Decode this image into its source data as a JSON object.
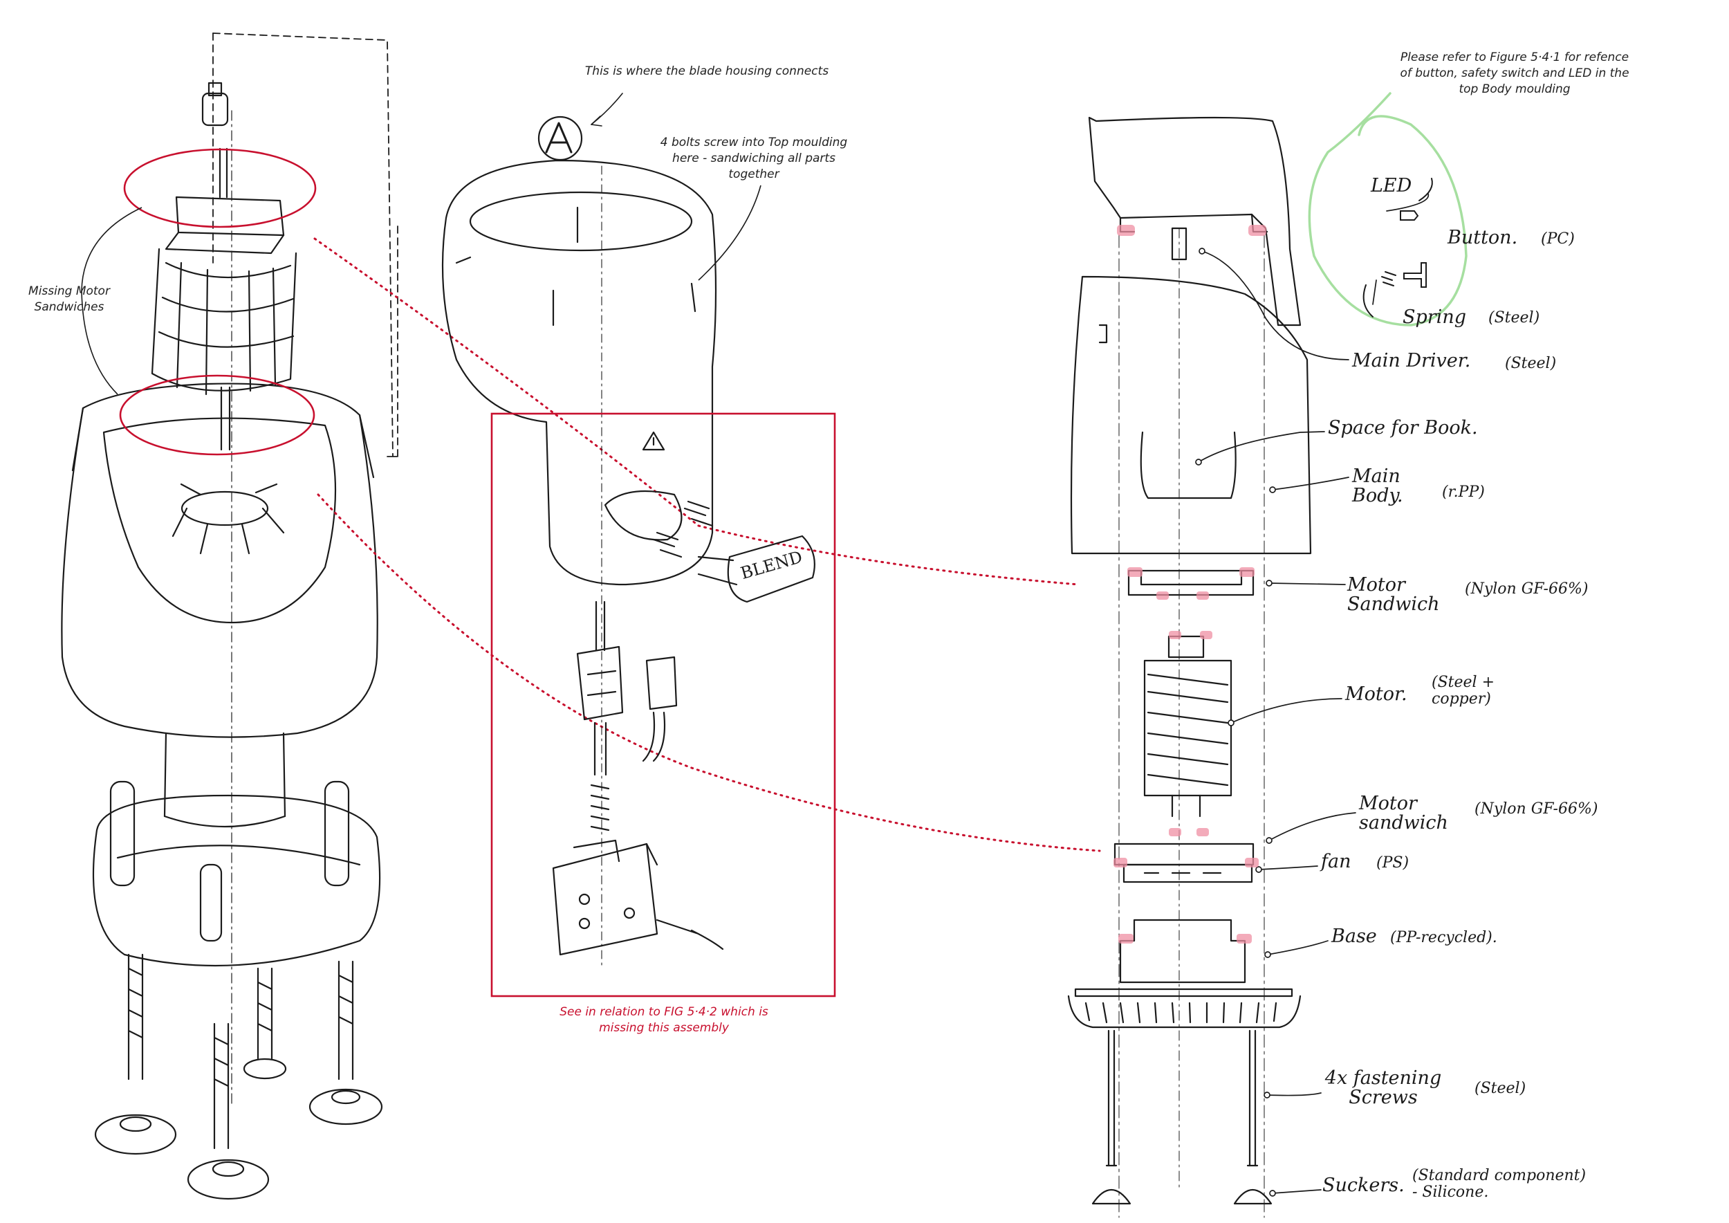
{
  "annotations": {
    "blade_housing": "This is where the blade housing connects",
    "bolts": "4 bolts screw into Top moulding here - sandwiching all parts together",
    "missing_sandwiches": "Missing Motor Sandwiches",
    "see_relation": "See in relation to FIG 5·4·2 which is missing this assembly",
    "refer_figure": "Please refer to Figure 5·4·1 for refence of button, safety switch and LED in the top Body moulding"
  },
  "labels": {
    "marker_a": "A",
    "blend": "BLEND"
  },
  "callouts": {
    "led": "LED",
    "button": "Button.",
    "button_mat": "(PC)",
    "spring": "Spring",
    "spring_mat": "(Steel)",
    "main_driver": "Main Driver.",
    "main_driver_mat": "(Steel)",
    "space_for_book": "Space for Book.",
    "main_body": "Main Body.",
    "main_body_mat": "(r.PP)",
    "motor_sandwich_top": "Motor Sandwich",
    "motor_sandwich_top_mat": "(Nylon GF-66%)",
    "motor": "Motor.",
    "motor_mat": "(Steel + copper)",
    "motor_sandwich_bottom": "Motor sandwich",
    "motor_sandwich_bottom_mat": "(Nylon GF-66%)",
    "fan": "fan",
    "fan_mat": "(PS)",
    "base": "Base",
    "base_mat": "(PP-recycled).",
    "screws": "4x fastening Screws",
    "screws_mat": "(Steel)",
    "suckers": "Suckers.",
    "suckers_mat": "(Standard component) - Silicone."
  },
  "colors": {
    "ink": "#1b1b1b",
    "accent_red": "#c8102e",
    "highlight_pink": "#ef8fa3",
    "highlight_green": "#a6dfa0"
  }
}
